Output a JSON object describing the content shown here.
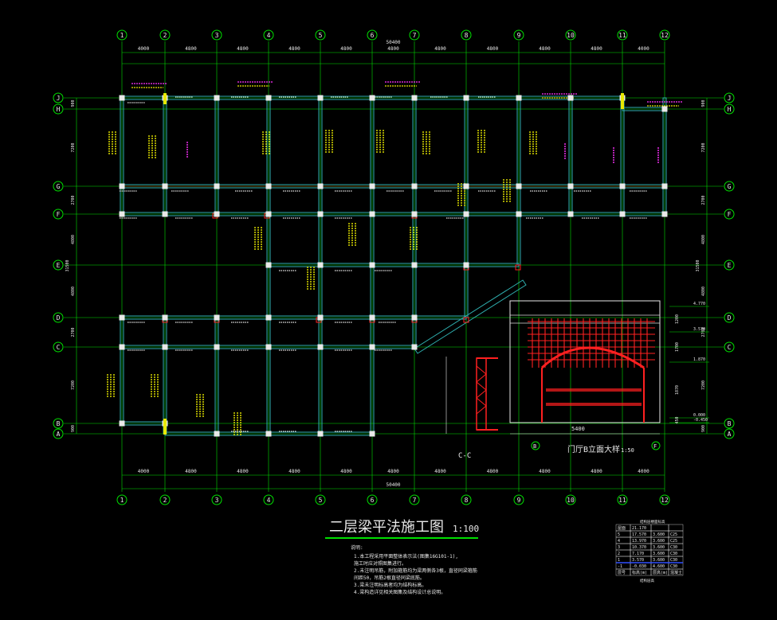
{
  "drawing": {
    "title": "二层梁平法施工图",
    "scale": "1:100",
    "total_dimension": "50400",
    "col_labels": [
      "1",
      "2",
      "3",
      "4",
      "5",
      "6",
      "7",
      "8",
      "9",
      "10",
      "11",
      "12"
    ],
    "spans": [
      "4000",
      "4800",
      "4800",
      "4800",
      "4800",
      "4800",
      "4800",
      "4800",
      "4800",
      "4800",
      "4000"
    ],
    "row_labels_left": [
      "J",
      "H",
      "G",
      "F",
      "E",
      "D",
      "C",
      "B",
      "A"
    ],
    "row_labels_right": [
      "J",
      "H",
      "G",
      "F",
      "E",
      "D",
      "C",
      "B",
      "A"
    ],
    "row_dims_left": [
      "900",
      "7200",
      "2700",
      "4800",
      "4800",
      "2700",
      "7200",
      "900"
    ],
    "row_dim_total_left": "31500",
    "row_dims_right": [
      "900",
      "7200",
      "2700",
      "4800",
      "4800",
      "2700",
      "7200",
      "900"
    ],
    "row_dim_total_right": "31500",
    "section_label": "C-C",
    "elevation_label": "门厅B立面大样",
    "elevation_scale": "1:50",
    "elevation_top_dim": "5400",
    "elevation_axis_left": "B",
    "elevation_axis_right": "F",
    "elevation_levels": [
      "4.770",
      "3.570",
      "1.870",
      "0.000",
      "-0.450"
    ],
    "elevation_dims": [
      "1200",
      "1700",
      "1870",
      "450"
    ]
  },
  "notes": {
    "heading": "说明:",
    "lines": [
      "1.本工程采用平面整体表示法(图集16G101-1),",
      "  施工时应对照图集进行。",
      "2.未注明吊筋，附加箍筋均为梁两侧各3根，直径同梁箍筋",
      "  间距50，吊筋2根直径同梁底筋。",
      "3.梁未注明标高者均为结构标高。",
      "4.梁构造详见相关图集及结构设计总说明。"
    ]
  },
  "level_table": {
    "title": "结构层楼面标高",
    "rows": [
      [
        "屋面",
        "21.170",
        "",
        ""
      ],
      [
        "5",
        "17.570",
        "3.600",
        "C25"
      ],
      [
        "4",
        "13.970",
        "3.600",
        "C25"
      ],
      [
        "3",
        "10.370",
        "3.600",
        "C30"
      ],
      [
        "2",
        "7.170",
        "3.600",
        "C30"
      ],
      [
        "1",
        "3.570",
        "3.600",
        "C30"
      ],
      [
        "-1",
        "-0.030",
        "4.600",
        "C30"
      ],
      [
        "层号",
        "标高(m)",
        "层高(m)",
        "混凝土"
      ]
    ],
    "footer": "结构层高"
  },
  "colors": {
    "background": "#000000",
    "axis_line": "#00e000",
    "beam": "#2fb0b0",
    "column": "#e8e8e8",
    "annotation": "#e8e800",
    "callout": "#ff30ff",
    "dim_text": "#e8e8e8",
    "red_detail": "#ff2020"
  }
}
